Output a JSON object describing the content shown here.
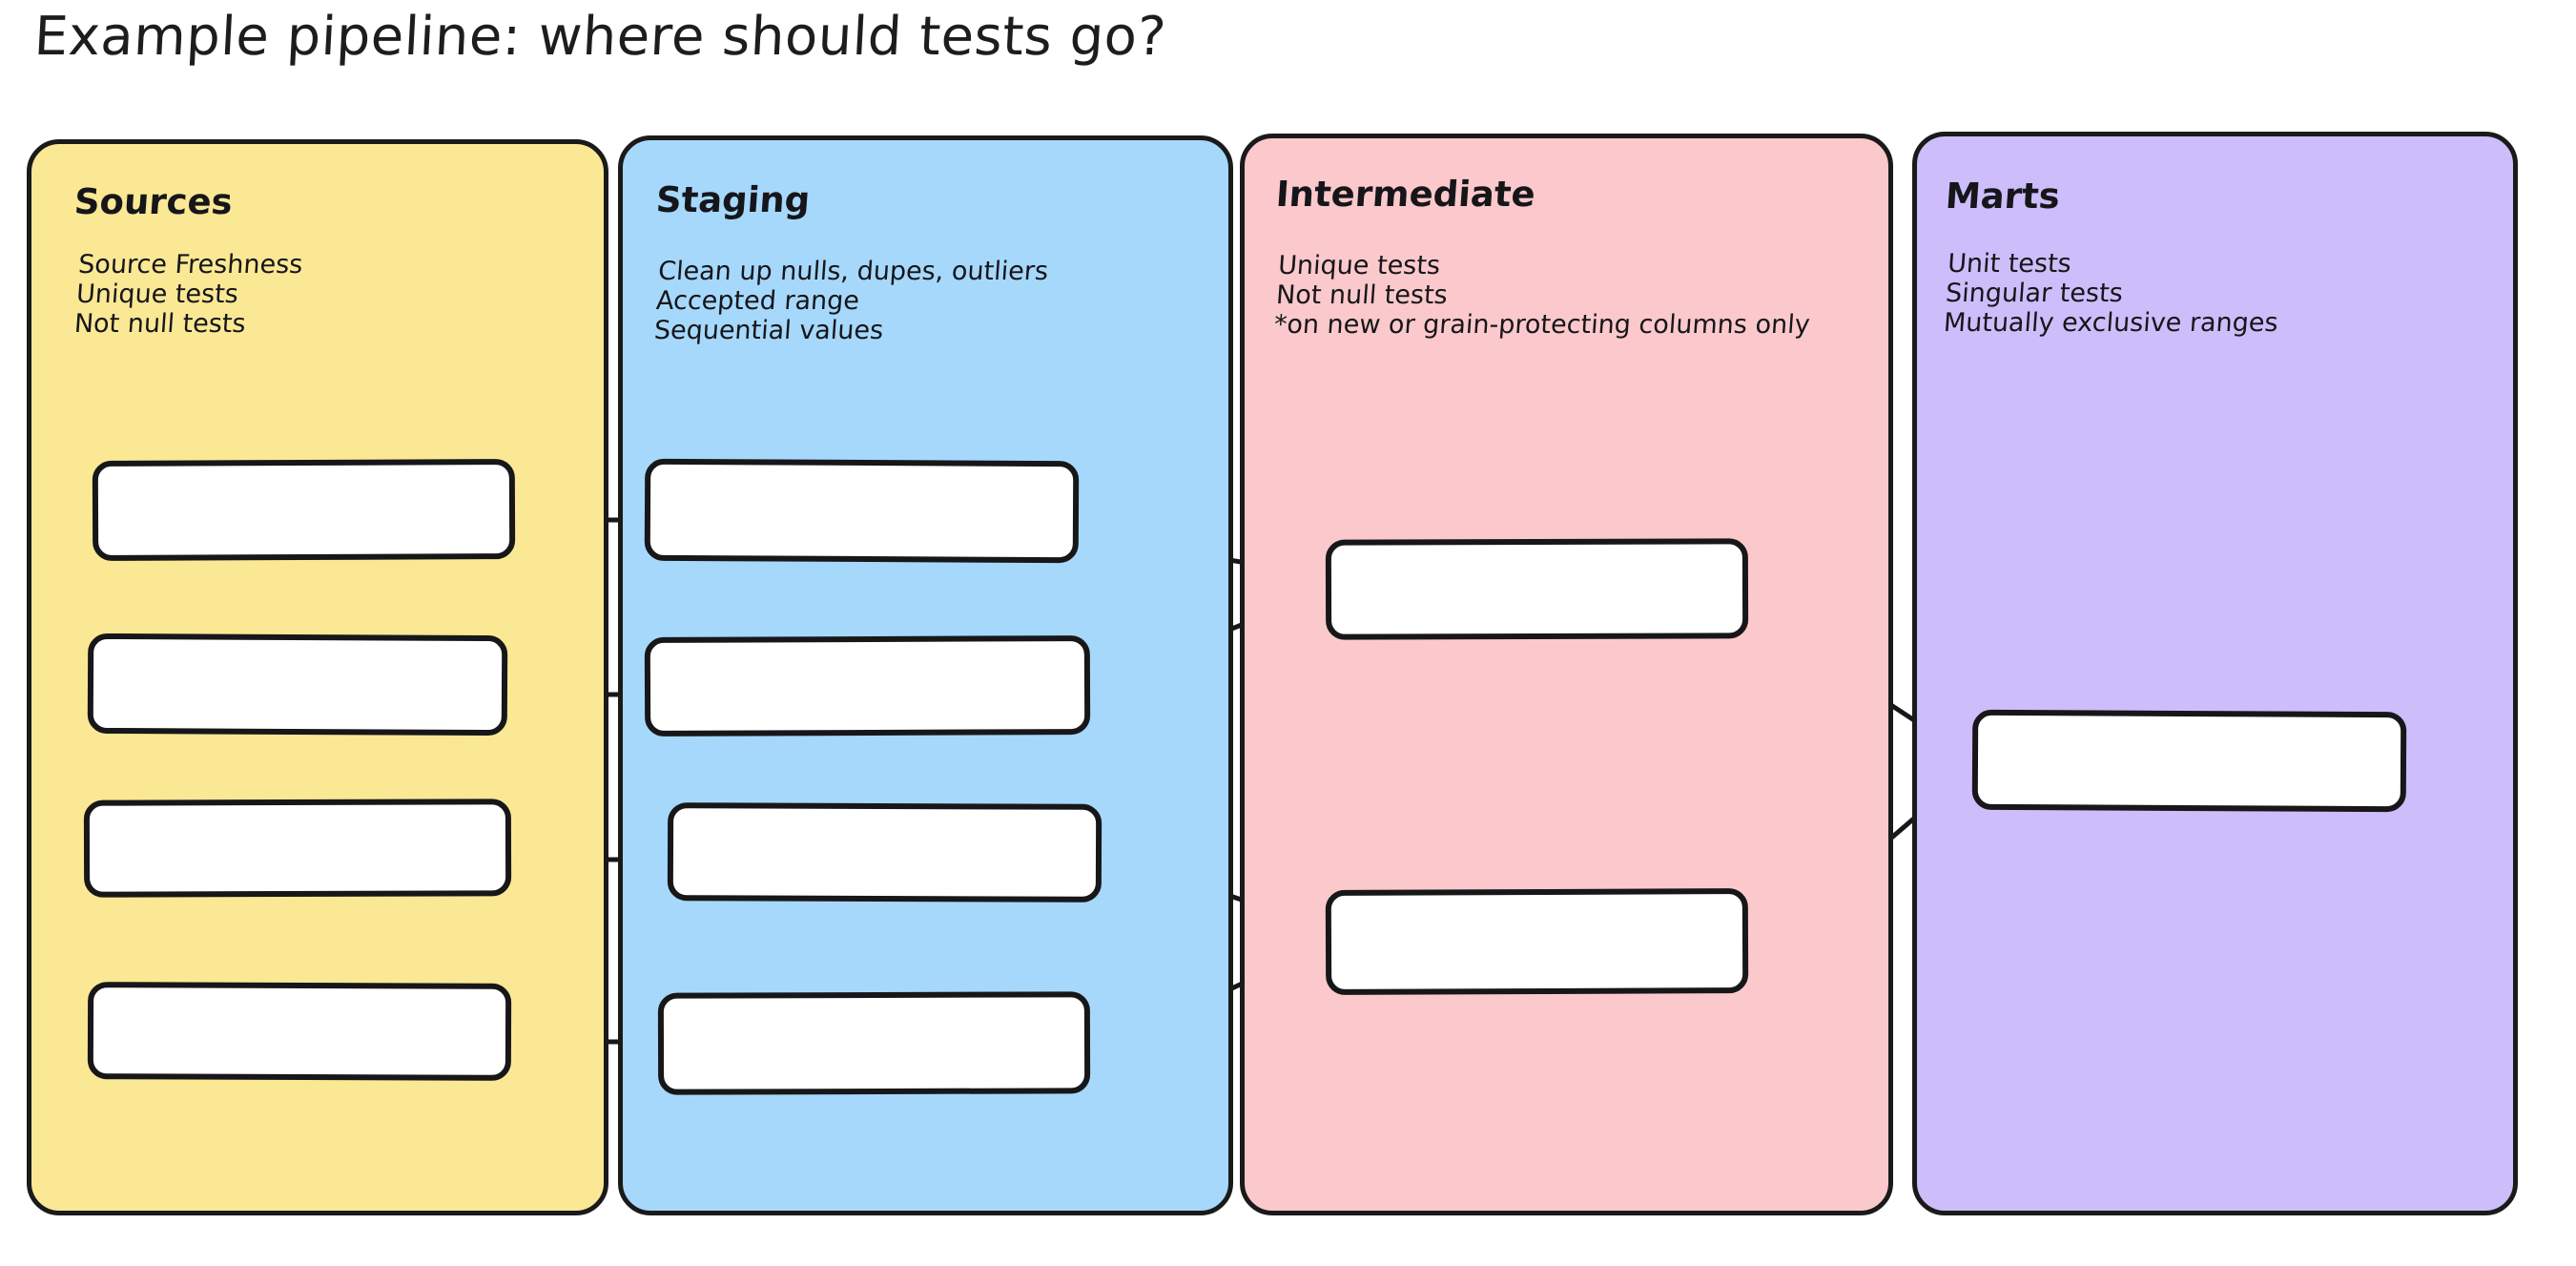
{
  "title": "Example pipeline: where should tests go?",
  "colors": {
    "sources_fill": "#fae894",
    "staging_fill": "#a6d8fb",
    "intermediate_fill": "#fbc9cb",
    "marts_fill": "#cdbdfa",
    "stroke": "#17171a",
    "node_fill": "#ffffff",
    "background": "#ffffff"
  },
  "lanes": [
    {
      "id": "sources",
      "title": "Sources",
      "notes": [
        "Source Freshness",
        "Unique tests",
        "Not null tests"
      ],
      "node_count": 4
    },
    {
      "id": "staging",
      "title": "Staging",
      "notes": [
        "Clean up nulls, dupes, outliers",
        "Accepted range",
        "Sequential values"
      ],
      "node_count": 4
    },
    {
      "id": "intermediate",
      "title": "Intermediate",
      "notes": [
        "Unique tests",
        "Not null tests",
        "*on new or grain-protecting columns only"
      ],
      "node_count": 2
    },
    {
      "id": "marts",
      "title": "Marts",
      "notes": [
        "Unit tests",
        "Singular tests",
        "Mutually exclusive ranges"
      ],
      "node_count": 1
    }
  ],
  "edges": [
    {
      "from": "sources-node-1",
      "to": "staging-node-1"
    },
    {
      "from": "sources-node-2",
      "to": "staging-node-2"
    },
    {
      "from": "sources-node-3",
      "to": "staging-node-3"
    },
    {
      "from": "sources-node-4",
      "to": "staging-node-4"
    },
    {
      "from": "staging-node-1",
      "to": "intermediate-node-1"
    },
    {
      "from": "staging-node-2",
      "to": "intermediate-node-1"
    },
    {
      "from": "staging-node-3",
      "to": "intermediate-node-2"
    },
    {
      "from": "staging-node-4",
      "to": "intermediate-node-2"
    },
    {
      "from": "intermediate-node-1",
      "to": "marts-node-1"
    },
    {
      "from": "intermediate-node-2",
      "to": "marts-node-1"
    }
  ]
}
